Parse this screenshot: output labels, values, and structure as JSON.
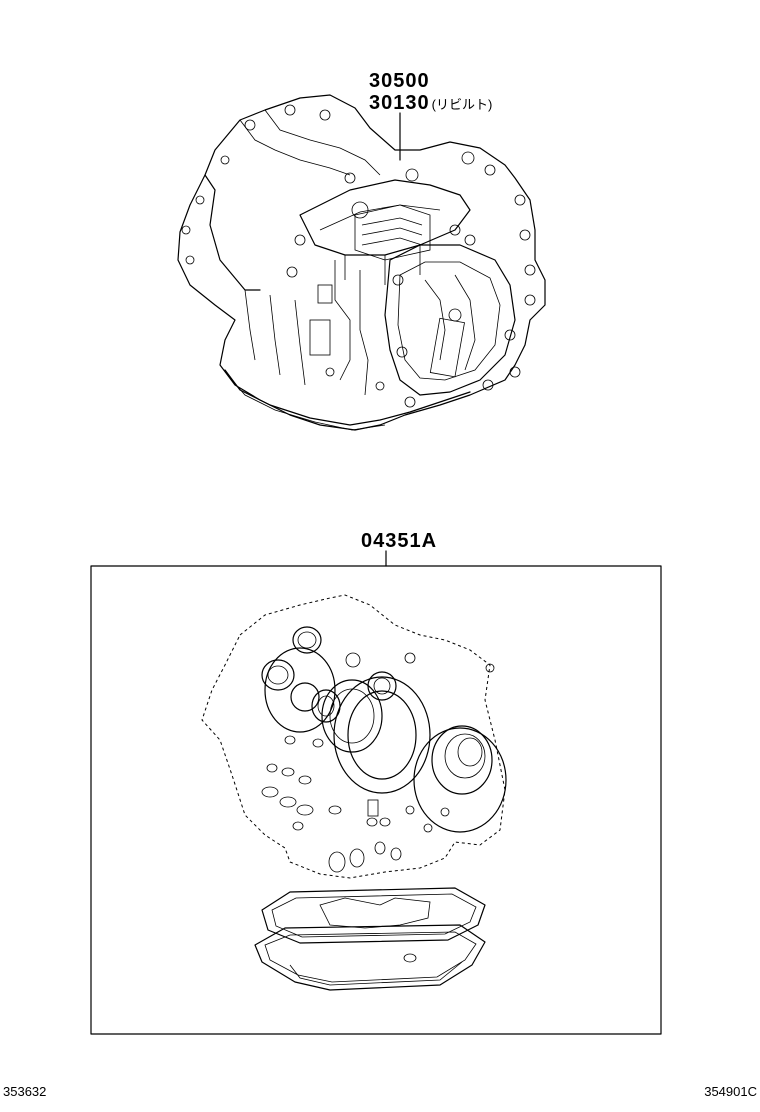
{
  "labels": {
    "transaxle_assy": "30500",
    "transaxle_rebuilt": "30130",
    "transaxle_rebuilt_note": "(リビルト)",
    "overhaul_gasket_kit": "04351A"
  },
  "footer": {
    "left_code": "353632",
    "right_code": "354901C"
  }
}
